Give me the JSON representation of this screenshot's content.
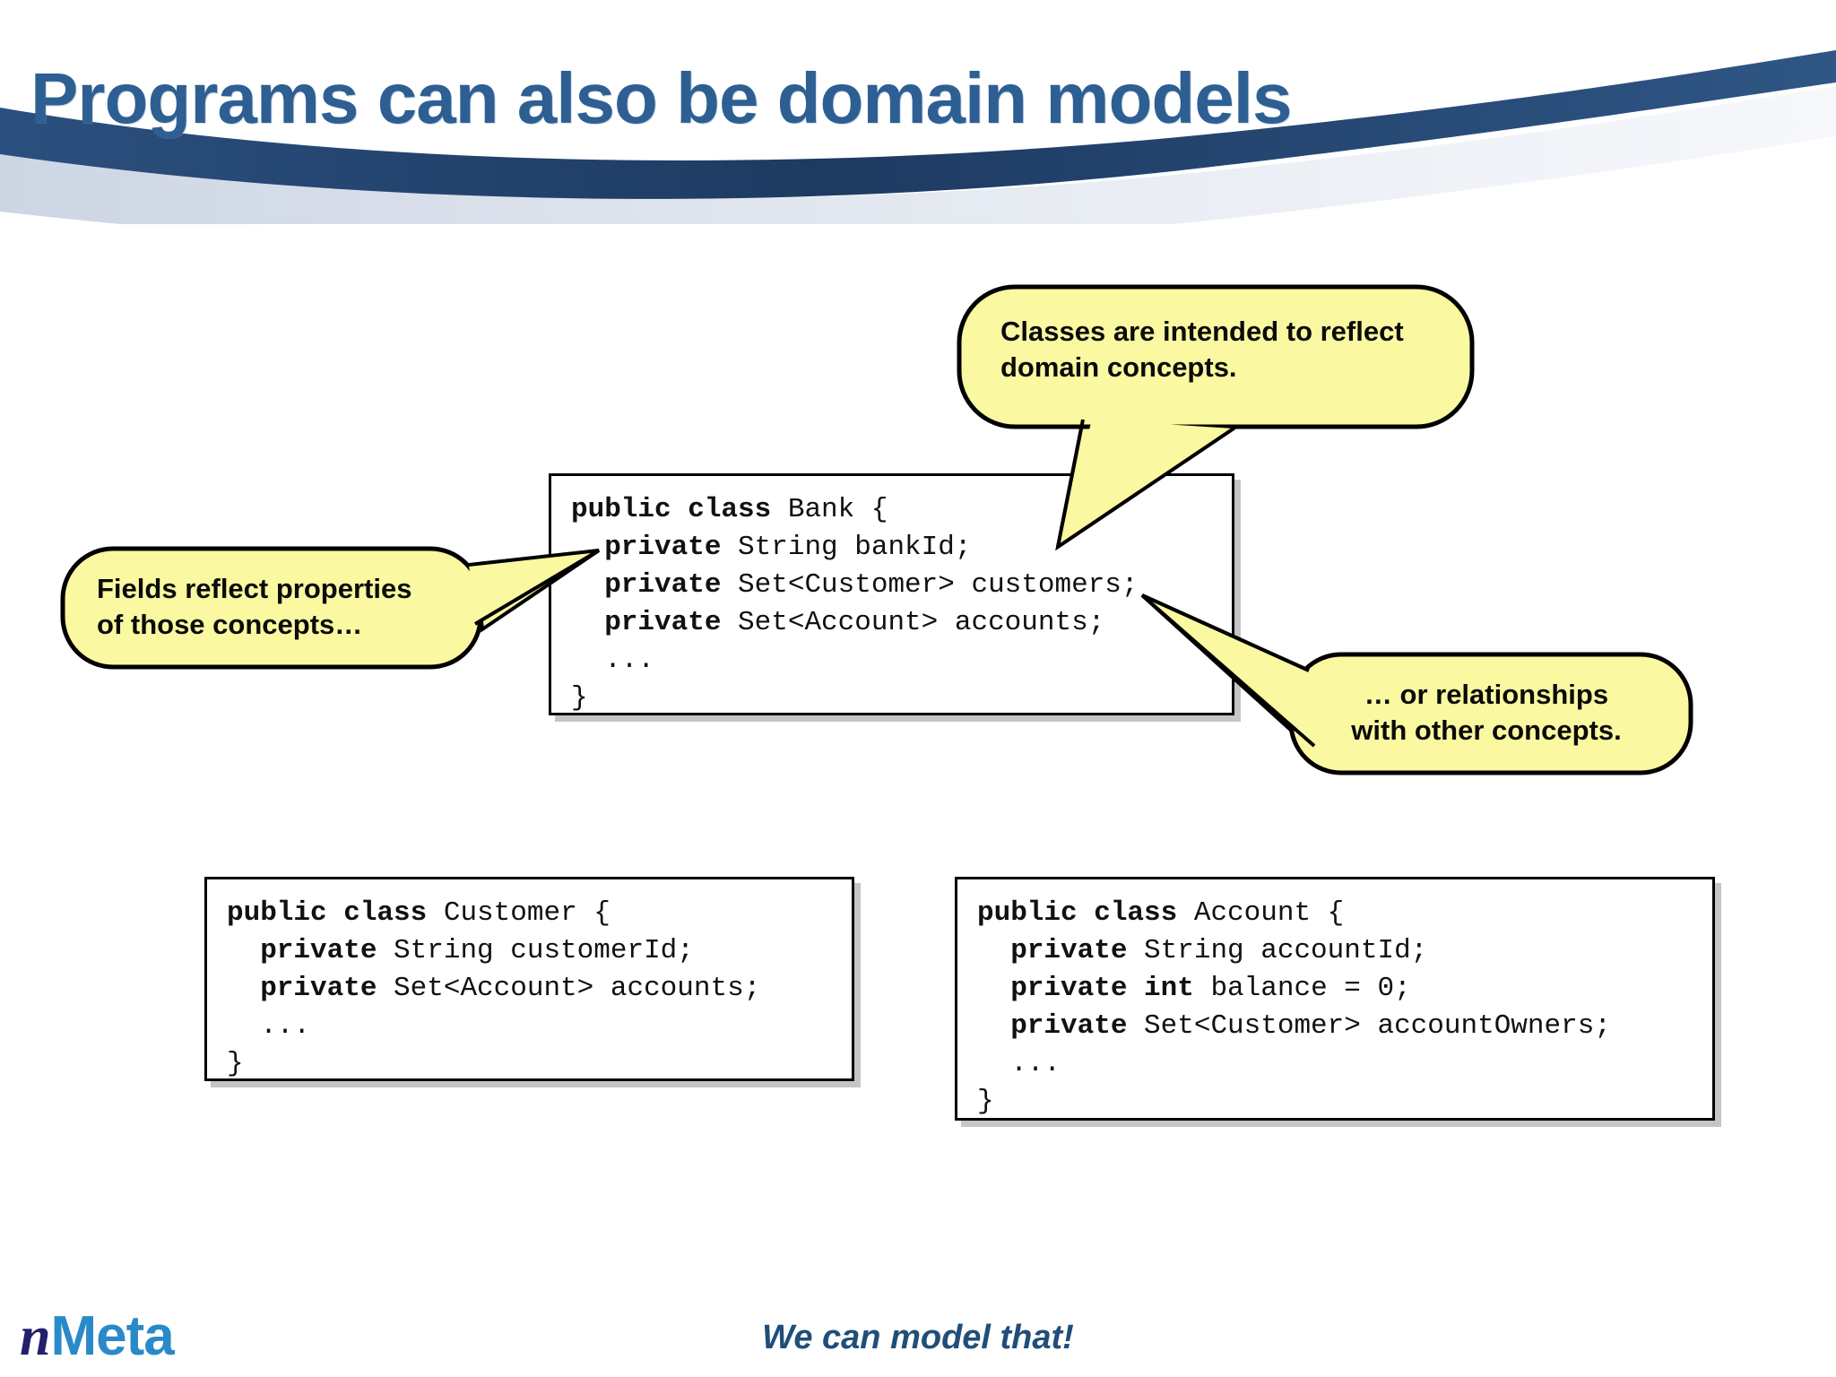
{
  "slide": {
    "title": "Programs can also be domain models",
    "title_color": "#2e5f93",
    "wave_dark_color": "#23436e",
    "wave_light_color": "#dfe4ee"
  },
  "code_boxes": {
    "bank": {
      "name": "Bank",
      "lines": [
        {
          "bold": "public class ",
          "rest": "Bank {"
        },
        {
          "bold": "  private ",
          "rest": "String bankId;"
        },
        {
          "bold": "  private ",
          "rest": "Set<Customer> customers;"
        },
        {
          "bold": "  private ",
          "rest": "Set<Account> accounts;"
        },
        {
          "bold": "",
          "rest": "  ..."
        },
        {
          "bold": "",
          "rest": "}"
        }
      ]
    },
    "customer": {
      "name": "Customer",
      "lines": [
        {
          "bold": "public class ",
          "rest": "Customer {"
        },
        {
          "bold": "  private ",
          "rest": "String customerId;"
        },
        {
          "bold": "  private ",
          "rest": "Set<Account> accounts;"
        },
        {
          "bold": "",
          "rest": "  ..."
        },
        {
          "bold": "",
          "rest": "}"
        }
      ]
    },
    "account": {
      "name": "Account",
      "lines": [
        {
          "bold": "public class ",
          "rest": "Account {"
        },
        {
          "bold": "  private ",
          "rest": "String accountId;"
        },
        {
          "bold": "  private int ",
          "rest": "balance = 0;"
        },
        {
          "bold": "  private ",
          "rest": "Set<Customer> accountOwners;"
        },
        {
          "bold": "",
          "rest": "  ..."
        },
        {
          "bold": "",
          "rest": "}"
        }
      ]
    }
  },
  "callouts": {
    "classes": {
      "text": "Classes are intended to reflect\ndomain concepts.",
      "fill": "#faf8a0"
    },
    "fields": {
      "text": "Fields reflect properties\nof those concepts…",
      "fill": "#faf8a0"
    },
    "relationships": {
      "text": "… or relationships\nwith other concepts.",
      "fill": "#faf8a0"
    }
  },
  "footer": {
    "logo_n": "n",
    "logo_meta": "Meta",
    "tagline": "We can model that!"
  }
}
